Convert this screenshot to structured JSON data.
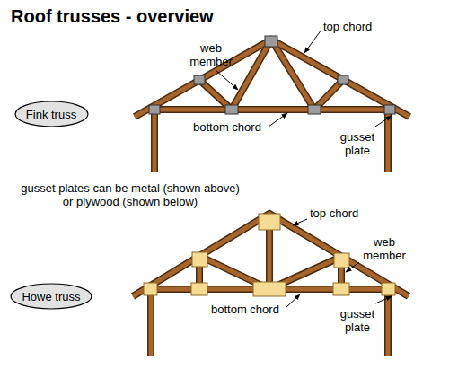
{
  "diagram": {
    "title": "Roof trusses - overview",
    "nodes": [
      {
        "text": [
          "Fink truss"
        ]
      },
      {
        "text": [
          "Howe truss"
        ]
      }
    ],
    "labels": [
      "web member",
      "top chord",
      "bottom chord",
      "gusset plate",
      "gusset plates can be metal (shown above) or plywood (shown below)",
      "top chord",
      "web member",
      "bottom chord",
      "gusset plate"
    ]
  }
}
